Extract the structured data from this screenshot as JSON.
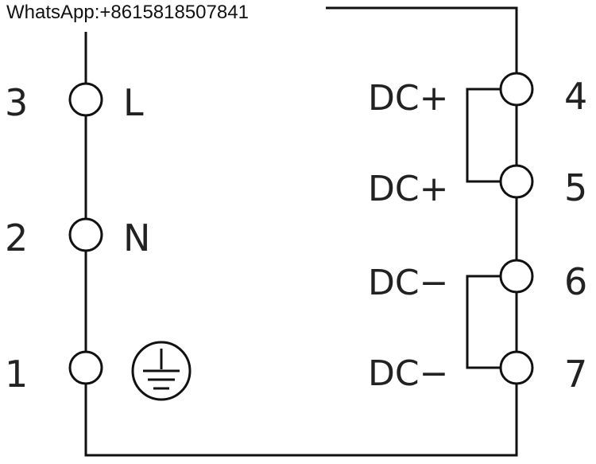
{
  "watermark": "WhatsApp:+8615818507841",
  "left_terminals": [
    {
      "number": "3",
      "label": "L"
    },
    {
      "number": "2",
      "label": "N"
    },
    {
      "number": "1",
      "label": "",
      "icon": "ground-icon"
    }
  ],
  "right_terminals": [
    {
      "number": "4",
      "label": "DC+"
    },
    {
      "number": "5",
      "label": "DC+"
    },
    {
      "number": "6",
      "label": "DC−"
    },
    {
      "number": "7",
      "label": "DC−"
    }
  ],
  "colors": {
    "line": "#111111",
    "text": "#222222",
    "background": "#ffffff"
  }
}
